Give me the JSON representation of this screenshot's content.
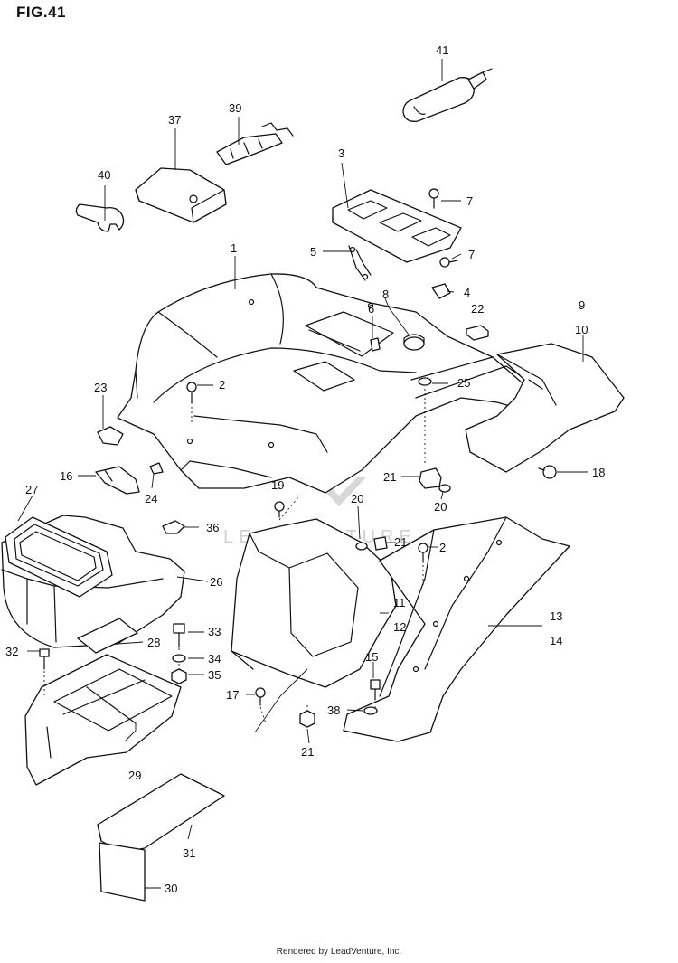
{
  "figure": {
    "title": "FIG.41"
  },
  "watermark": {
    "text": "LeadVenture"
  },
  "footer": {
    "text": "Rendered by LeadVenture, Inc."
  },
  "callouts": [
    {
      "id": "c1",
      "label": "1"
    },
    {
      "id": "c2a",
      "label": "2"
    },
    {
      "id": "c2b",
      "label": "2"
    },
    {
      "id": "c3",
      "label": "3"
    },
    {
      "id": "c4",
      "label": "4"
    },
    {
      "id": "c5",
      "label": "5"
    },
    {
      "id": "c6",
      "label": "6"
    },
    {
      "id": "c7a",
      "label": "7"
    },
    {
      "id": "c7b",
      "label": "7"
    },
    {
      "id": "c8",
      "label": "8"
    },
    {
      "id": "c9",
      "label": "9"
    },
    {
      "id": "c10",
      "label": "10"
    },
    {
      "id": "c11",
      "label": "11"
    },
    {
      "id": "c12",
      "label": "12"
    },
    {
      "id": "c13",
      "label": "13"
    },
    {
      "id": "c14",
      "label": "14"
    },
    {
      "id": "c15",
      "label": "15"
    },
    {
      "id": "c16",
      "label": "16"
    },
    {
      "id": "c17",
      "label": "17"
    },
    {
      "id": "c18",
      "label": "18"
    },
    {
      "id": "c19",
      "label": "19"
    },
    {
      "id": "c20a",
      "label": "20"
    },
    {
      "id": "c20b",
      "label": "20"
    },
    {
      "id": "c21a",
      "label": "21"
    },
    {
      "id": "c21b",
      "label": "21"
    },
    {
      "id": "c21c",
      "label": "21"
    },
    {
      "id": "c22",
      "label": "22"
    },
    {
      "id": "c23",
      "label": "23"
    },
    {
      "id": "c24",
      "label": "24"
    },
    {
      "id": "c25",
      "label": "25"
    },
    {
      "id": "c26",
      "label": "26"
    },
    {
      "id": "c27",
      "label": "27"
    },
    {
      "id": "c28",
      "label": "28"
    },
    {
      "id": "c29",
      "label": "29"
    },
    {
      "id": "c30",
      "label": "30"
    },
    {
      "id": "c31",
      "label": "31"
    },
    {
      "id": "c32",
      "label": "32"
    },
    {
      "id": "c33",
      "label": "33"
    },
    {
      "id": "c34",
      "label": "34"
    },
    {
      "id": "c35",
      "label": "35"
    },
    {
      "id": "c36",
      "label": "36"
    },
    {
      "id": "c37",
      "label": "37"
    },
    {
      "id": "c38",
      "label": "38"
    },
    {
      "id": "c39",
      "label": "39"
    },
    {
      "id": "c40",
      "label": "40"
    },
    {
      "id": "c41",
      "label": "41"
    }
  ]
}
